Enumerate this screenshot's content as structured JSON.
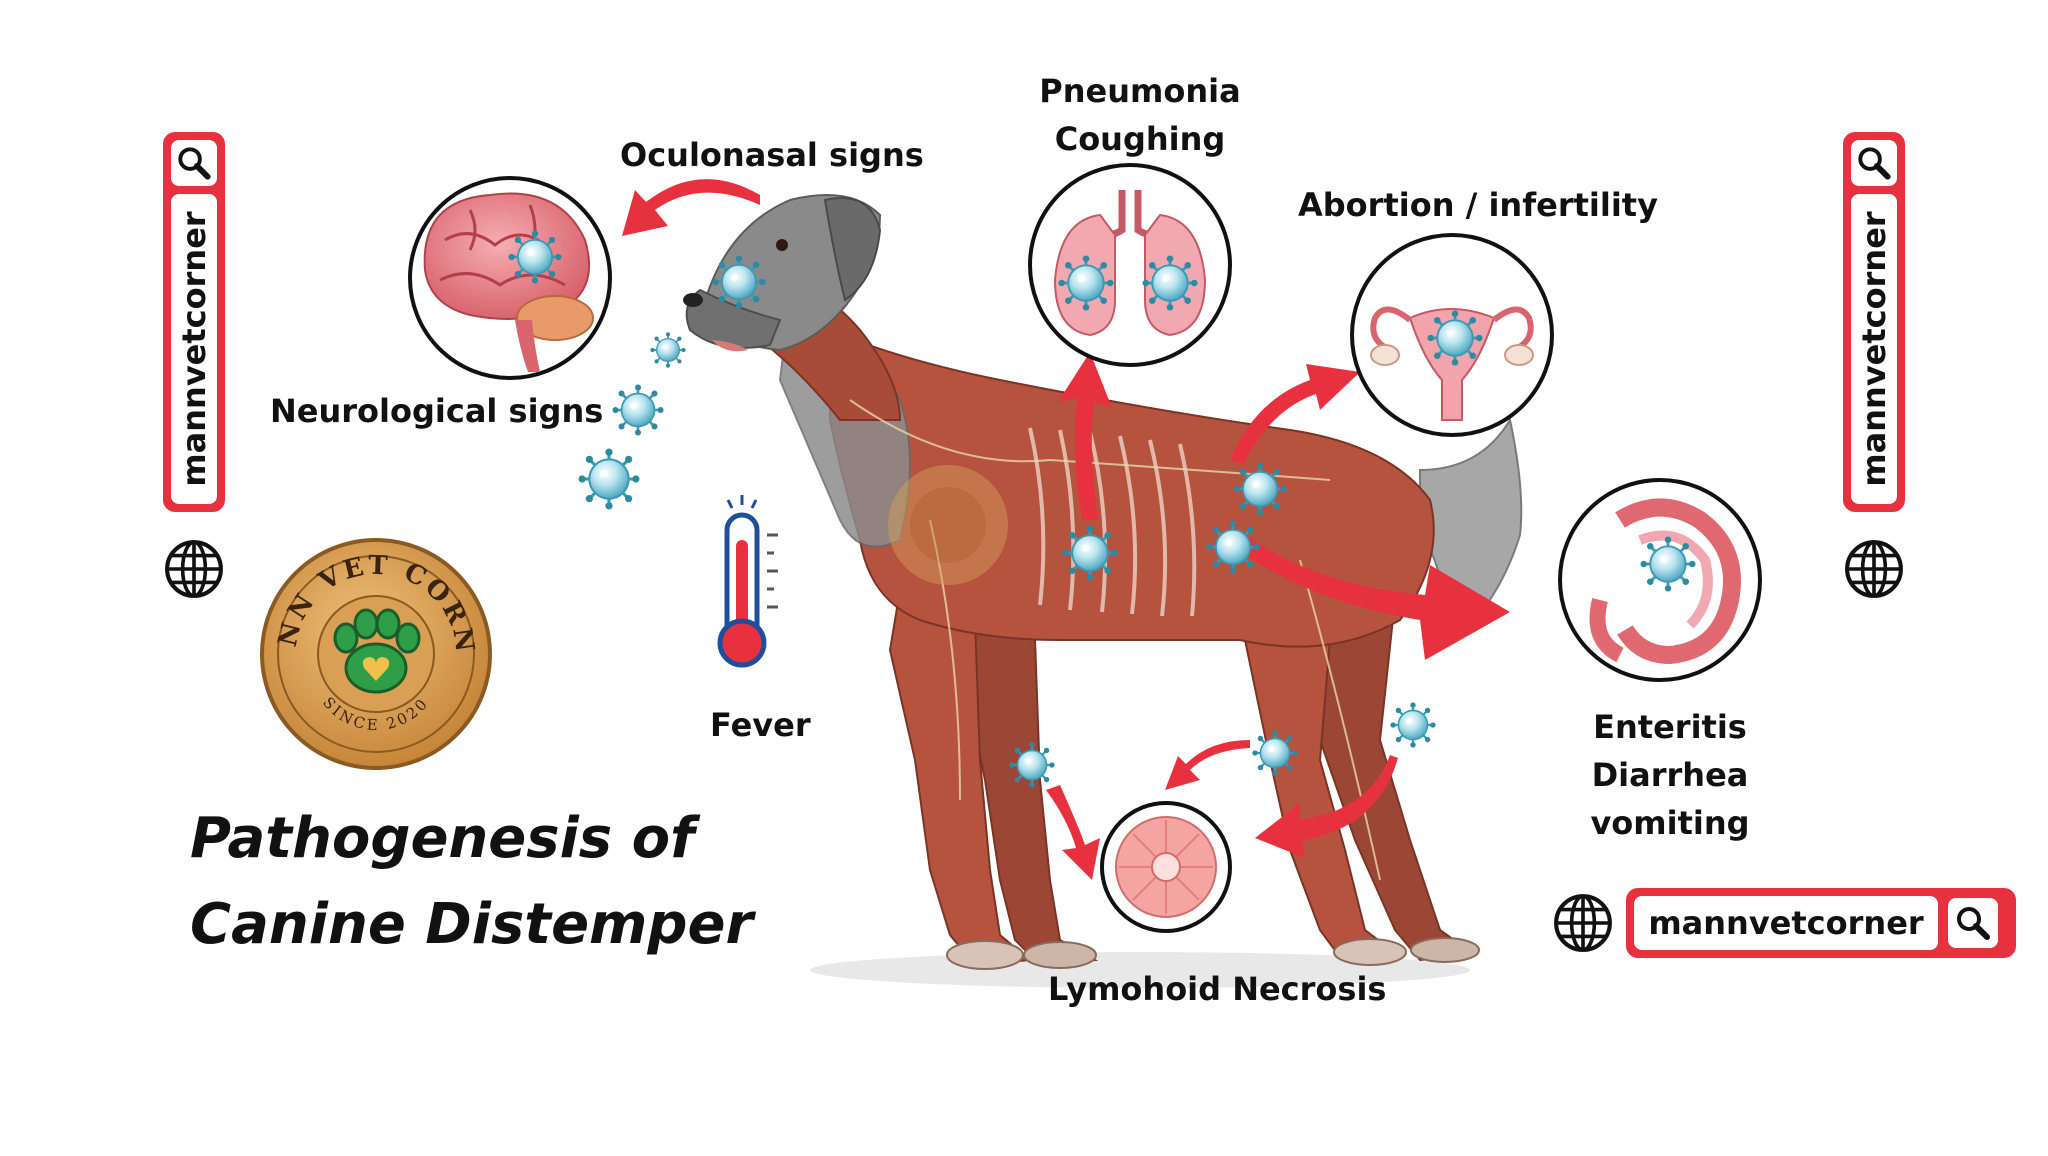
{
  "title": {
    "line1": "Pathogenesis of",
    "line2": "Canine Distemper"
  },
  "labels": {
    "oculonasal": "Oculonasal signs",
    "neurological": "Neurological signs",
    "pneumonia": "Pneumonia",
    "coughing": "Coughing",
    "abortion": "Abortion / infertility",
    "fever": "Fever",
    "enteritis": "Enteritis",
    "diarrhea": "Diarrhea",
    "vomiting": "vomiting",
    "lymphoid": "Lymohoid Necrosis"
  },
  "brand": {
    "handle": "mannvetcorner",
    "badge_top": "MANN VET CORNER",
    "badge_bottom": "SINCE 2020"
  },
  "icons": {
    "search": "search-icon",
    "globe": "globe-icon",
    "paw": "paw-icon",
    "virus": "virus-icon",
    "thermometer": "thermometer-icon"
  },
  "colors": {
    "accent_red": "#e8313f",
    "virus_blue": "#5fb8cf",
    "muscle": "#b5533f",
    "badge_gold": "#d49a45",
    "paw_green": "#2e9e49"
  }
}
